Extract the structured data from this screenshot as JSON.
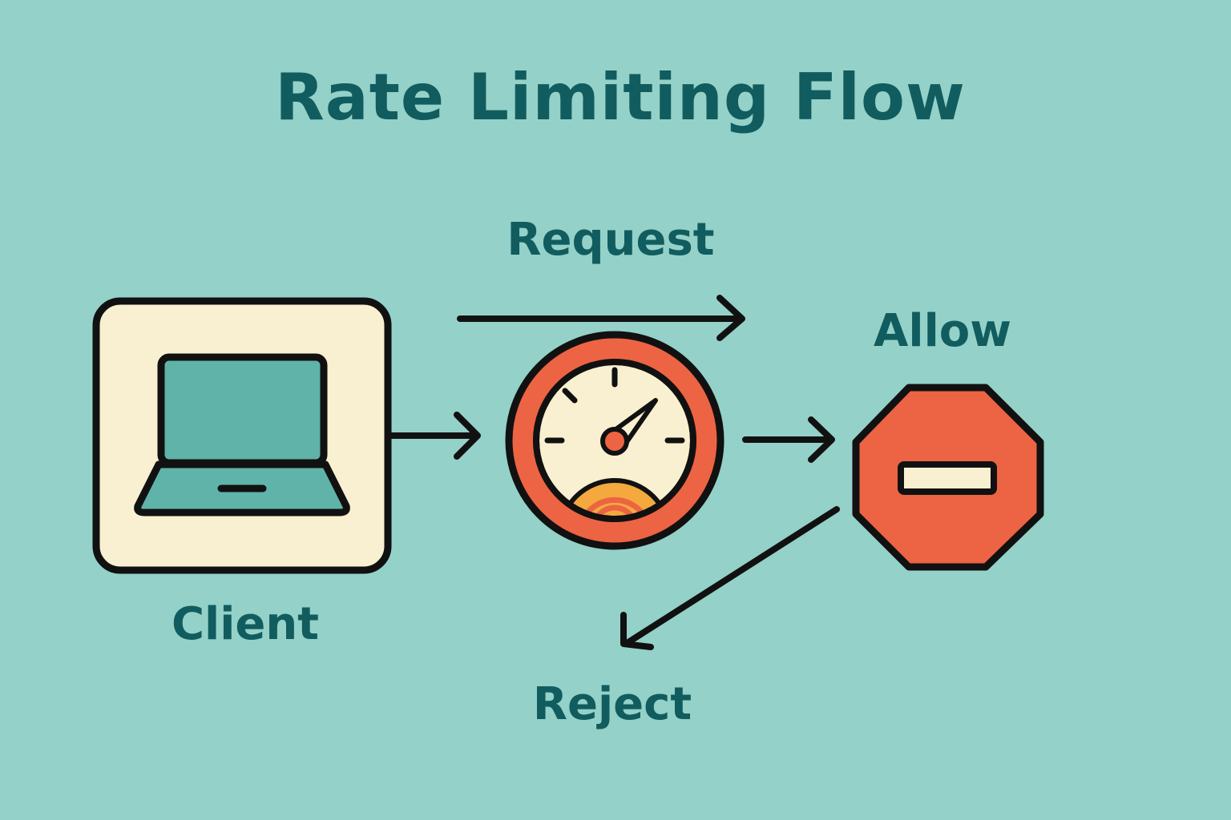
{
  "title": "Rate Limiting Flow",
  "labels": {
    "request": "Request",
    "allow": "Allow",
    "client": "Client",
    "reject": "Reject"
  },
  "nodes": [
    {
      "id": "client",
      "icon": "laptop-icon"
    },
    {
      "id": "rate-limiter",
      "icon": "speedometer-gauge-icon"
    },
    {
      "id": "stop",
      "icon": "stop-sign-icon"
    }
  ],
  "edges": [
    {
      "from": "client",
      "to": "rate-limiter"
    },
    {
      "from": "rate-limiter",
      "to": "stop"
    },
    {
      "from": "stop",
      "to": "reject",
      "label": "Reject"
    },
    {
      "label": "Request",
      "direction": "right"
    }
  ],
  "colors": {
    "background": "#94d1c8",
    "text": "#115c5e",
    "outline": "#111111",
    "panel": "#f8f0d0",
    "screen": "#5fb3a9",
    "red": "#ec6443",
    "orange": "#f3a93e"
  }
}
